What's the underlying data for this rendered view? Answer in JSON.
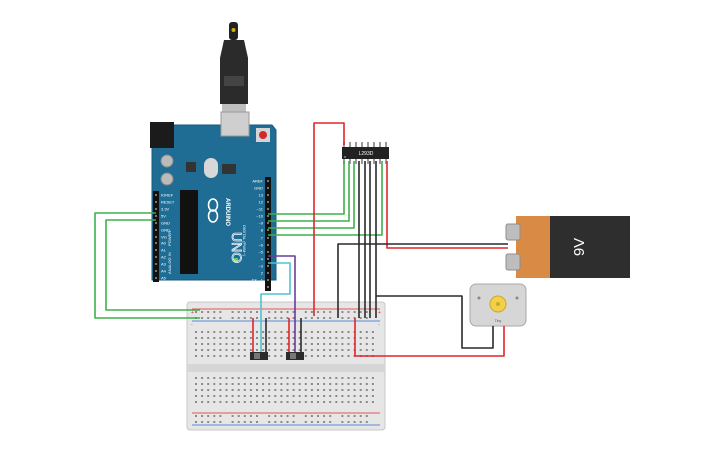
{
  "arduino": {
    "brand": "ARDUINO",
    "model": "UNO",
    "analog_in_label": "ANALOG IN",
    "digital_label": "DIGITAL (PWM~)",
    "power_label": "POWER",
    "left_pins": [
      "IOREF",
      "RESET",
      "3.3V",
      "5V",
      "GND",
      "GND",
      "Vin"
    ],
    "analog_pins": [
      "A0",
      "A1",
      "A2",
      "A3",
      "A4",
      "A5"
    ],
    "digital_top": [
      "AREF",
      "GND",
      "13",
      "12",
      "~11",
      "~10",
      "~9",
      "8"
    ],
    "digital_bottom": [
      "7",
      "~6",
      "~5",
      "4",
      "~3",
      "2",
      "TX→1",
      "RX←0"
    ]
  },
  "driver": {
    "label": "L293D"
  },
  "battery": {
    "label": "9V"
  },
  "motor": {
    "label": "Tiny"
  },
  "breadboard": {
    "columns": 30,
    "rail_plus": "+",
    "rail_minus": "-"
  },
  "colors": {
    "board": "#1f6d94",
    "wire_green": "#3db04a",
    "wire_red": "#e0262b",
    "wire_black": "#2a2a2a",
    "wire_purple": "#6a3d9a",
    "wire_cyan": "#4fc3d0",
    "battery_body": "#d98a45",
    "battery_cap": "#2e2e2e",
    "motor_body": "#d6d6d6",
    "motor_hub": "#f2d04a"
  }
}
